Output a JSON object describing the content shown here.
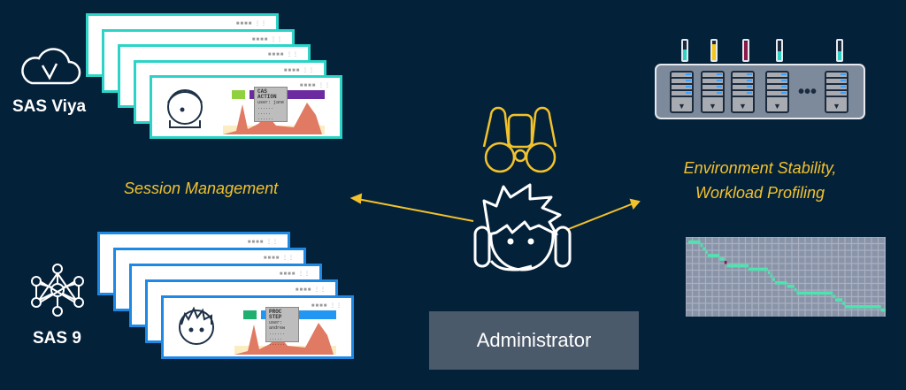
{
  "left": {
    "viya": {
      "label": "SAS Viya",
      "icon": "cloud-check-icon",
      "popup_title": "CAS ACTION",
      "popup_user": "user: jane"
    },
    "sas9": {
      "label": "SAS 9",
      "icon": "network-icon",
      "popup_title": "PROC STEP",
      "popup_user": "user: andrew"
    },
    "session_label": "Session Management"
  },
  "center": {
    "admin_label": "Administrator"
  },
  "right": {
    "line1": "Environment Stability,",
    "line2": "Workload Profiling",
    "tube_levels": [
      0.55,
      0.8,
      0.95,
      0.45,
      0.45
    ],
    "tube_colors": [
      "#2cd3c6",
      "#f5c518",
      "#8b1a4a",
      "#2cd3c6",
      "#2cd3c6"
    ]
  },
  "colors": {
    "accent": "#f2c22c",
    "teal": "#2cd3c6",
    "blue": "#1e88e5",
    "background": "#04213a"
  }
}
